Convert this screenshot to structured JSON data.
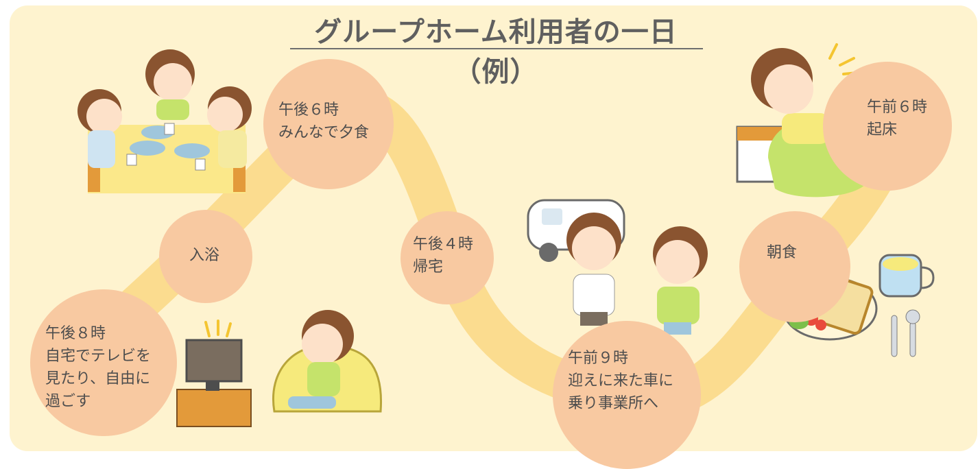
{
  "title": "グループホーム利用者の一日（例）",
  "colors": {
    "background": "#fef3cf",
    "path": "#fbdc8f",
    "stop_circle": "#f8c9a1",
    "text": "#4d4d4d"
  },
  "stops": [
    {
      "label": "午前６時\n起床"
    },
    {
      "label": "朝食"
    },
    {
      "label": "午前９時\n迎えに来た車に\n乗り事業所へ"
    },
    {
      "label": "午後４時\n帰宅"
    },
    {
      "label": "午後６時\nみんなで夕食"
    },
    {
      "label": "入浴"
    },
    {
      "label": "午後８時\n自宅でテレビを\n見たり、自由に\n過ごす"
    }
  ],
  "illustrations": [
    {
      "name": "family-dinner-illustration"
    },
    {
      "name": "wake-up-in-bed-illustration"
    },
    {
      "name": "bus-and-staff-illustration"
    },
    {
      "name": "breakfast-toast-soup-illustration"
    },
    {
      "name": "tv-relaxing-illustration"
    }
  ]
}
